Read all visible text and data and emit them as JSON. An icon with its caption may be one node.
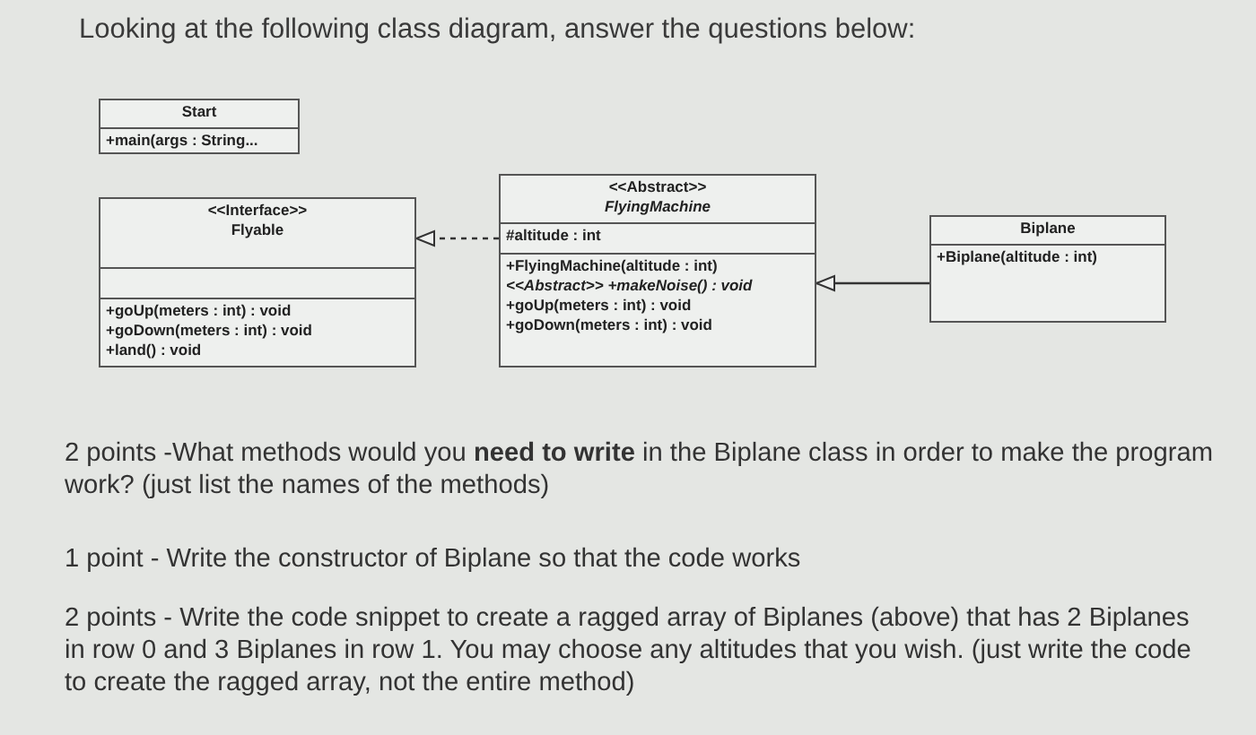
{
  "diagram": {
    "title": "Looking at the following class diagram, answer the questions below:",
    "nodes": [
      {
        "text": [
          "Start",
          "+main(args : String..."
        ]
      },
      {
        "text": [
          "<<Interface>>",
          "Flyable",
          "+goUp(meters : int) : void",
          "+goDown(meters : int) : void",
          "+land() : void"
        ]
      },
      {
        "text": [
          "<<Abstract>>",
          "FlyingMachine",
          "#altitude : int",
          "+FlyingMachine(altitude : int)",
          "<<Abstract>> +makeNoise() : void",
          "+goUp(meters : int) : void",
          "+goDown(meters : int) : void"
        ]
      },
      {
        "text": [
          "Biplane",
          "+Biplane(altitude : int)"
        ]
      }
    ],
    "edges": [
      {
        "from": 2,
        "to": 1,
        "arrow": "to",
        "style": "dashed"
      },
      {
        "from": 3,
        "to": 2,
        "arrow": "to"
      }
    ],
    "labels": [
      "2 points -What methods would you **need to write** in the Biplane class in order to make the program work? (just list the names of the methods)",
      "1 point - Write the constructor of Biplane so that the code works",
      "2 points - Write the code snippet to create a ragged array of Biplanes (above) that has 2 Biplanes in row 0 and 3 Biplanes in row 1. You may choose any altitudes that you wish. (just write the code to create the ragged array, not the entire method)"
    ]
  }
}
